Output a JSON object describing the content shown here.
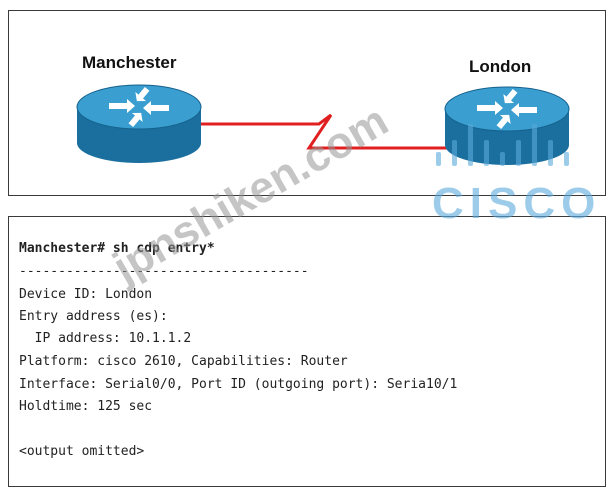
{
  "diagram": {
    "routers": [
      {
        "name": "Manchester"
      },
      {
        "name": "London"
      }
    ],
    "link_color": "#e02020",
    "router_color": "#1f7fb4"
  },
  "cli": {
    "lines": [
      "Manchester# sh cdp entry*",
      "-------------------------------------",
      "Device ID: London",
      "Entry address (es):",
      "  IP address: 10.1.1.2",
      "Platform: cisco 2610, Capabilities: Router",
      "Interface: Serial0/0, Port ID (outgoing port): Seria10/1",
      "Holdtime: 125 sec",
      "",
      "<output omitted>"
    ]
  },
  "watermark": {
    "text": "jpnshiken.com",
    "logo": "CISCO"
  }
}
